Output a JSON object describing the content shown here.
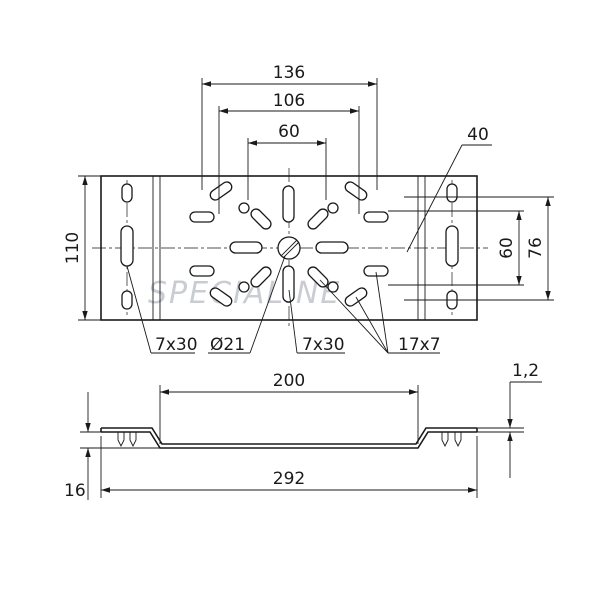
{
  "drawing": {
    "watermark": "SPECIALINE",
    "dimensions": {
      "top_width": "136",
      "slot_spacing": "106",
      "inner_spacing": "60",
      "diagonal": "40",
      "height": "110",
      "right_inner": "60",
      "right_outer": "76",
      "slot_7x30_left": "7x30",
      "center_hole": "Ø21",
      "slot_7x30_center": "7x30",
      "slot_17x7": "17x7",
      "thickness": "1,2",
      "flat_length": "200",
      "depth": "16",
      "total_length": "292"
    }
  }
}
